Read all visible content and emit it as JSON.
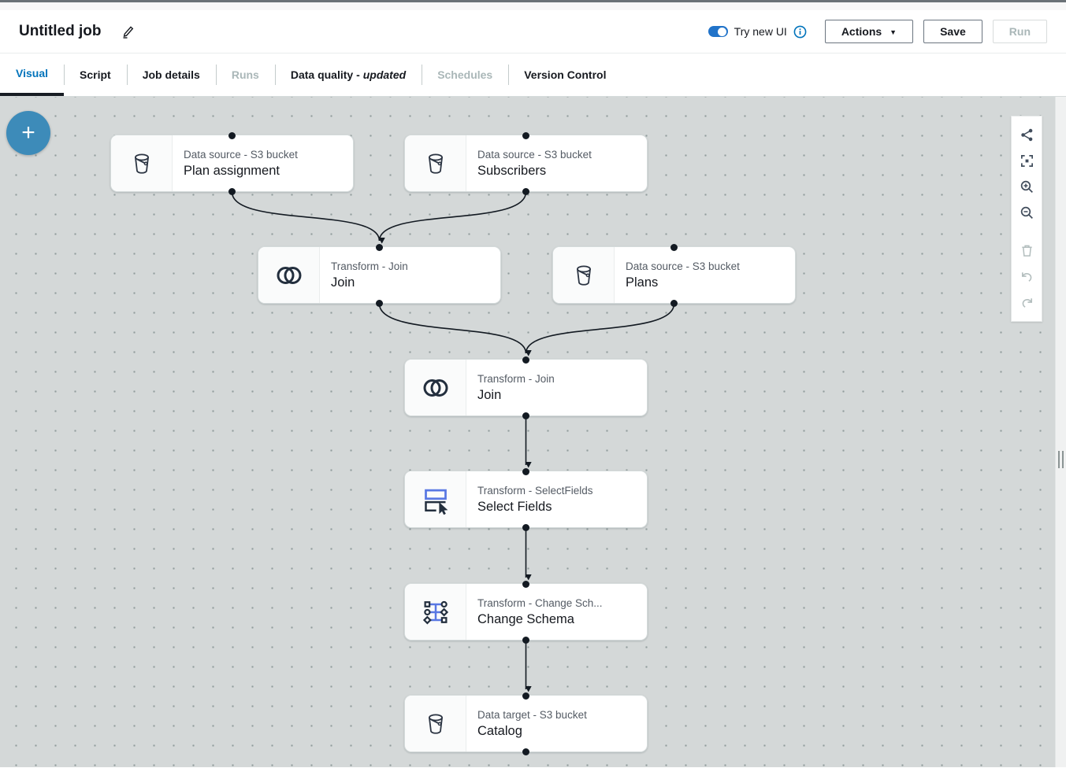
{
  "header": {
    "title": "Untitled job",
    "toggle_label": "Try new UI",
    "actions_label": "Actions",
    "save_label": "Save",
    "run_label": "Run"
  },
  "tabs": [
    {
      "label": "Visual",
      "state": "active"
    },
    {
      "label": "Script",
      "state": "normal"
    },
    {
      "label": "Job details",
      "state": "normal"
    },
    {
      "label": "Runs",
      "state": "disabled"
    },
    {
      "label": "Data quality -",
      "suffix": "updated",
      "state": "normal"
    },
    {
      "label": "Schedules",
      "state": "disabled"
    },
    {
      "label": "Version Control",
      "state": "normal"
    }
  ],
  "canvas": {
    "add_button": "+",
    "nodes": [
      {
        "type_label": "Data source - S3 bucket",
        "name": "Plan assignment",
        "icon": "s3-bucket-icon"
      },
      {
        "type_label": "Data source - S3 bucket",
        "name": "Subscribers",
        "icon": "s3-bucket-icon"
      },
      {
        "type_label": "Transform - Join",
        "name": "Join",
        "icon": "join-icon"
      },
      {
        "type_label": "Data source - S3 bucket",
        "name": "Plans",
        "icon": "s3-bucket-icon"
      },
      {
        "type_label": "Transform - Join",
        "name": "Join",
        "icon": "join-icon"
      },
      {
        "type_label": "Transform - SelectFields",
        "name": "Select Fields",
        "icon": "select-fields-icon"
      },
      {
        "type_label": "Transform - Change Sch...",
        "name": "Change Schema",
        "icon": "change-schema-icon"
      },
      {
        "type_label": "Data target - S3 bucket",
        "name": "Catalog",
        "icon": "s3-bucket-icon"
      }
    ],
    "toolbar_icons": [
      "layout-graph-icon",
      "fit-view-icon",
      "zoom-in-icon",
      "zoom-out-icon",
      "trash-icon",
      "undo-icon",
      "redo-icon"
    ]
  },
  "colors": {
    "accent_blue": "#0073bb",
    "toggle_blue": "#2173c9",
    "add_button_blue": "#3d8bb9",
    "canvas_background": "#d4d8d8",
    "node_border": "#d5dbdb",
    "edge": "#131a22",
    "icon_blue": "#5978e3",
    "icon_dark": "#232f3e",
    "disabled_gray": "#aab7b8"
  }
}
